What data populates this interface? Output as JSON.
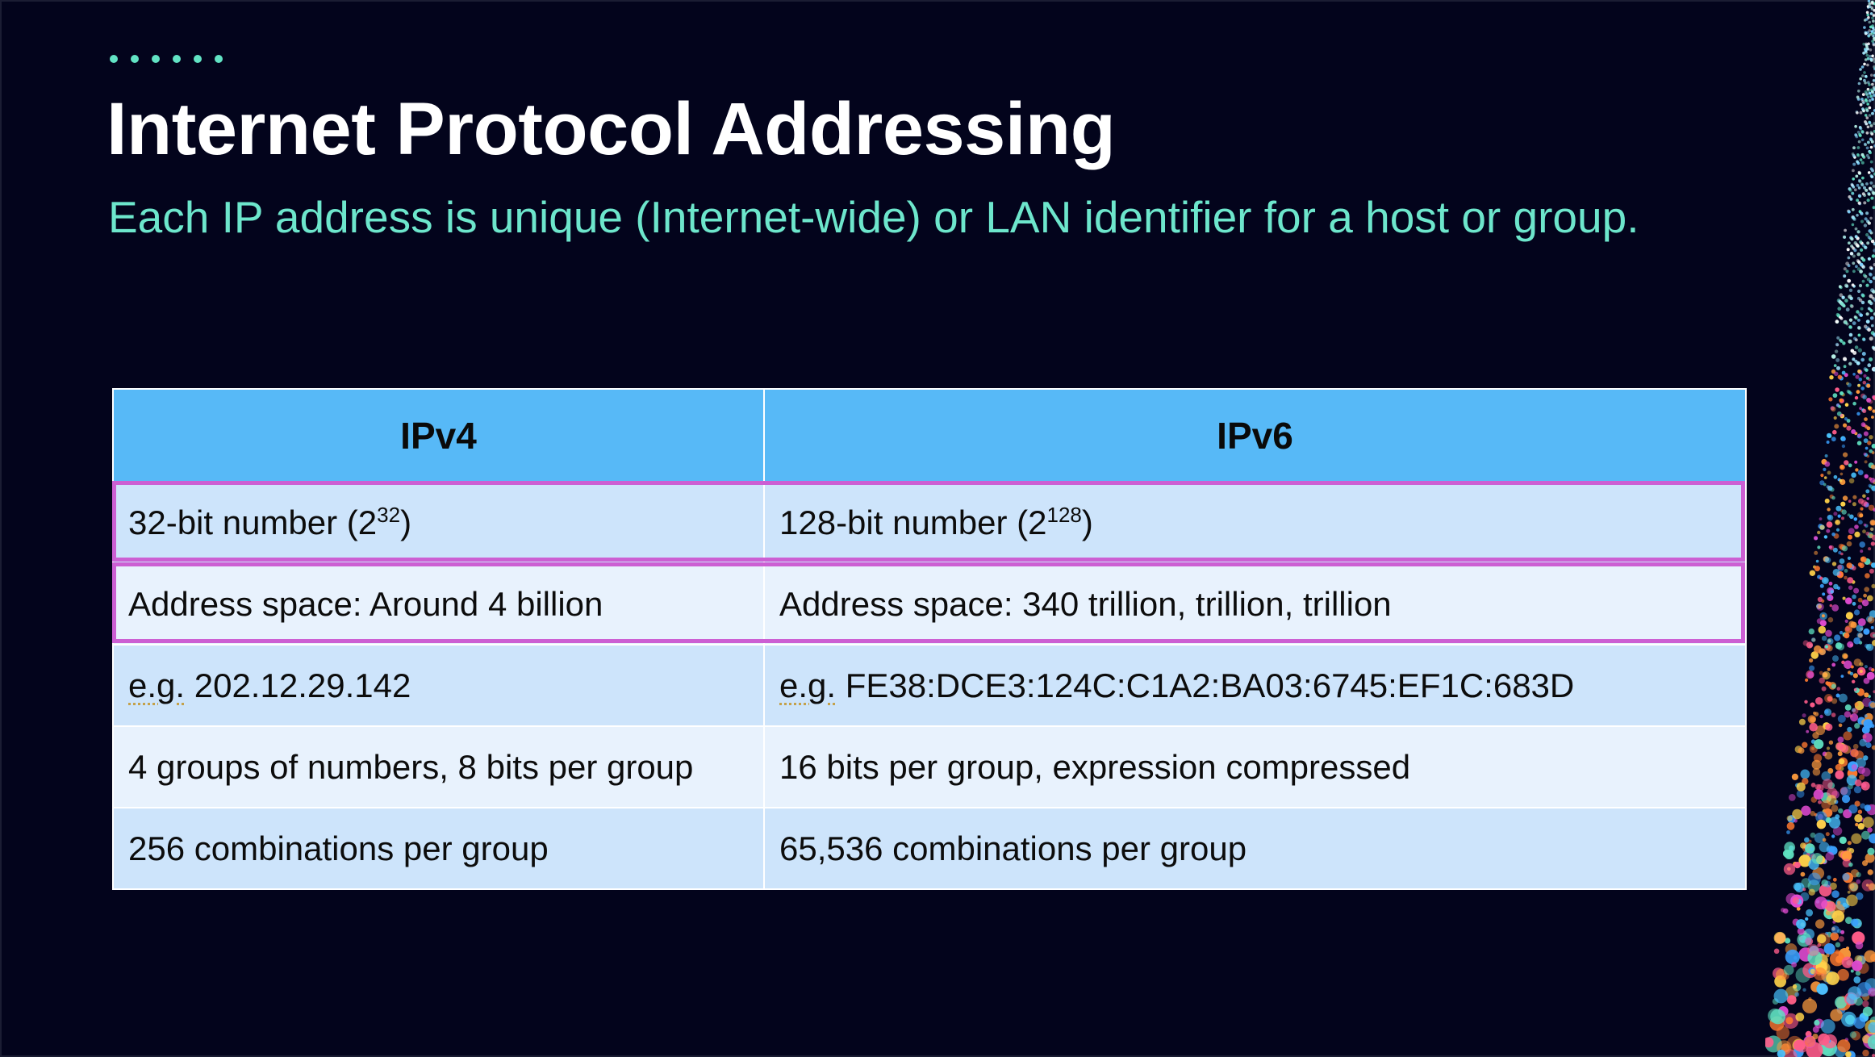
{
  "title": "Internet Protocol Addressing",
  "subtitle": "Each IP address is unique (Internet-wide) or LAN identifier for a host or group.",
  "table": {
    "headers": [
      "IPv4",
      "IPv6"
    ],
    "rows": [
      {
        "ipv4": {
          "text": "32-bit number (2",
          "sup": "32",
          "after": ")"
        },
        "ipv6": {
          "text": "128-bit number (2",
          "sup": "128",
          "after": ")"
        },
        "highlighted": true
      },
      {
        "ipv4": {
          "text": "Address space: Around 4 billion"
        },
        "ipv6": {
          "text": "Address space: 340 trillion, trillion, trillion"
        },
        "highlighted": true
      },
      {
        "ipv4": {
          "abbr": "e.g.",
          "text": " 202.12.29.142"
        },
        "ipv6": {
          "abbr": "e.g.",
          "text": " FE38:DCE3:124C:C1A2:BA03:6745:EF1C:683D"
        },
        "highlighted": false
      },
      {
        "ipv4": {
          "text": "4 groups of numbers, 8 bits per group"
        },
        "ipv6": {
          "text": "16 bits per group, expression compressed"
        },
        "highlighted": false
      },
      {
        "ipv4": {
          "text": "256 combinations per group"
        },
        "ipv6": {
          "text": "65,536 combinations per group"
        },
        "highlighted": false
      }
    ]
  },
  "colors": {
    "background": "#03041c",
    "title": "#ffffff",
    "subtitle": "#6de6cc",
    "header_fill": "#57b9f7",
    "row_fill_odd": "#cde4fb",
    "row_fill_even": "#e8f2fd",
    "highlight_border": "#cc5fd3",
    "bullet_dots": "#62e3c4"
  },
  "decorations": {
    "top_dots_icon": "dot-row-icon",
    "right_edge_art": "particle-stream-art"
  }
}
